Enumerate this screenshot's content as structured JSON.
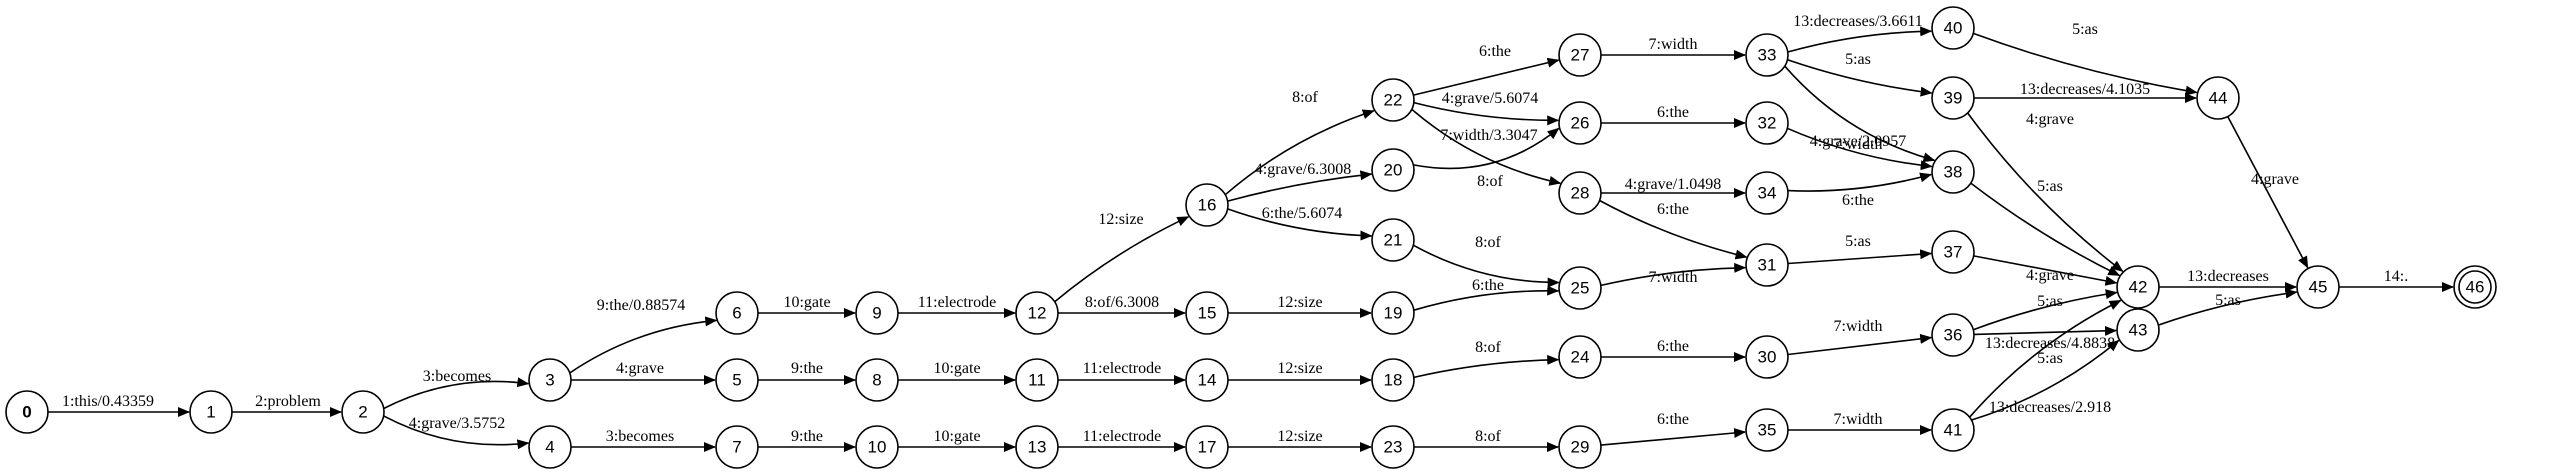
{
  "nodes": [
    {
      "id": "0",
      "label": "0",
      "start": true
    },
    {
      "id": "1",
      "label": "1"
    },
    {
      "id": "2",
      "label": "2"
    },
    {
      "id": "3",
      "label": "3"
    },
    {
      "id": "4",
      "label": "4"
    },
    {
      "id": "5",
      "label": "5"
    },
    {
      "id": "6",
      "label": "6"
    },
    {
      "id": "7",
      "label": "7"
    },
    {
      "id": "8",
      "label": "8"
    },
    {
      "id": "9",
      "label": "9"
    },
    {
      "id": "10",
      "label": "10"
    },
    {
      "id": "11",
      "label": "11"
    },
    {
      "id": "12",
      "label": "12"
    },
    {
      "id": "13",
      "label": "13"
    },
    {
      "id": "14",
      "label": "14"
    },
    {
      "id": "15",
      "label": "15"
    },
    {
      "id": "16",
      "label": "16"
    },
    {
      "id": "17",
      "label": "17"
    },
    {
      "id": "18",
      "label": "18"
    },
    {
      "id": "19",
      "label": "19"
    },
    {
      "id": "20",
      "label": "20"
    },
    {
      "id": "21",
      "label": "21"
    },
    {
      "id": "22",
      "label": "22"
    },
    {
      "id": "23",
      "label": "23"
    },
    {
      "id": "24",
      "label": "24"
    },
    {
      "id": "25",
      "label": "25"
    },
    {
      "id": "26",
      "label": "26"
    },
    {
      "id": "27",
      "label": "27"
    },
    {
      "id": "28",
      "label": "28"
    },
    {
      "id": "29",
      "label": "29"
    },
    {
      "id": "30",
      "label": "30"
    },
    {
      "id": "31",
      "label": "31"
    },
    {
      "id": "32",
      "label": "32"
    },
    {
      "id": "33",
      "label": "33"
    },
    {
      "id": "34",
      "label": "34"
    },
    {
      "id": "35",
      "label": "35"
    },
    {
      "id": "36",
      "label": "36"
    },
    {
      "id": "37",
      "label": "37"
    },
    {
      "id": "38",
      "label": "38"
    },
    {
      "id": "39",
      "label": "39"
    },
    {
      "id": "40",
      "label": "40"
    },
    {
      "id": "41",
      "label": "41"
    },
    {
      "id": "42",
      "label": "42"
    },
    {
      "id": "43",
      "label": "43"
    },
    {
      "id": "44",
      "label": "44"
    },
    {
      "id": "45",
      "label": "45"
    },
    {
      "id": "46",
      "label": "46",
      "final": true
    }
  ],
  "edges": [
    {
      "from": "0",
      "to": "1",
      "label": "1:this/0.43359"
    },
    {
      "from": "1",
      "to": "2",
      "label": "2:problem"
    },
    {
      "from": "2",
      "to": "3",
      "label": "3:becomes"
    },
    {
      "from": "2",
      "to": "4",
      "label": "4:grave/3.5752"
    },
    {
      "from": "3",
      "to": "6",
      "label": "9:the/0.88574"
    },
    {
      "from": "3",
      "to": "5",
      "label": "4:grave"
    },
    {
      "from": "4",
      "to": "7",
      "label": "3:becomes"
    },
    {
      "from": "6",
      "to": "9",
      "label": "10:gate"
    },
    {
      "from": "5",
      "to": "8",
      "label": "9:the"
    },
    {
      "from": "7",
      "to": "10",
      "label": "9:the"
    },
    {
      "from": "9",
      "to": "12",
      "label": "11:electrode"
    },
    {
      "from": "8",
      "to": "11",
      "label": "10:gate"
    },
    {
      "from": "10",
      "to": "13",
      "label": "10:gate"
    },
    {
      "from": "12",
      "to": "16",
      "label": "12:size"
    },
    {
      "from": "12",
      "to": "15",
      "label": "8:of/6.3008"
    },
    {
      "from": "11",
      "to": "14",
      "label": "11:electrode"
    },
    {
      "from": "13",
      "to": "17",
      "label": "11:electrode"
    },
    {
      "from": "16",
      "to": "22",
      "label": "8:of"
    },
    {
      "from": "16",
      "to": "20",
      "label": "4:grave/6.3008"
    },
    {
      "from": "16",
      "to": "21",
      "label": "6:the/5.6074"
    },
    {
      "from": "15",
      "to": "19",
      "label": "12:size"
    },
    {
      "from": "14",
      "to": "18",
      "label": "12:size"
    },
    {
      "from": "17",
      "to": "23",
      "label": "12:size"
    },
    {
      "from": "22",
      "to": "27",
      "label": "6:the"
    },
    {
      "from": "22",
      "to": "26",
      "label": "4:grave/5.6074"
    },
    {
      "from": "22",
      "to": "28",
      "label": "7:width/3.3047"
    },
    {
      "from": "20",
      "to": "26",
      "label": "8:of"
    },
    {
      "from": "21",
      "to": "25",
      "label": "8:of"
    },
    {
      "from": "19",
      "to": "25",
      "label": "6:the"
    },
    {
      "from": "18",
      "to": "24",
      "label": "8:of"
    },
    {
      "from": "23",
      "to": "29",
      "label": "8:of"
    },
    {
      "from": "27",
      "to": "33",
      "label": "7:width"
    },
    {
      "from": "26",
      "to": "32",
      "label": "6:the"
    },
    {
      "from": "28",
      "to": "34",
      "label": "4:grave/1.0498"
    },
    {
      "from": "28",
      "to": "31",
      "label": "6:the"
    },
    {
      "from": "25",
      "to": "31",
      "label": "7:width"
    },
    {
      "from": "24",
      "to": "30",
      "label": "6:the"
    },
    {
      "from": "29",
      "to": "35",
      "label": "6:the"
    },
    {
      "from": "33",
      "to": "40",
      "label": "13:decreases/3.6611"
    },
    {
      "from": "33",
      "to": "39",
      "label": "5:as"
    },
    {
      "from": "33",
      "to": "38",
      "label": "4:grave/2.0957"
    },
    {
      "from": "32",
      "to": "38",
      "label": "7:width"
    },
    {
      "from": "34",
      "to": "38",
      "label": "6:the"
    },
    {
      "from": "31",
      "to": "37",
      "label": "5:as"
    },
    {
      "from": "30",
      "to": "36",
      "label": "7:width"
    },
    {
      "from": "35",
      "to": "41",
      "label": "7:width"
    },
    {
      "from": "40",
      "to": "44",
      "label": "5:as"
    },
    {
      "from": "39",
      "to": "44",
      "label": "13:decreases/4.1035"
    },
    {
      "from": "39",
      "to": "42",
      "label": "4:grave"
    },
    {
      "from": "38",
      "to": "42",
      "label": "5:as"
    },
    {
      "from": "37",
      "to": "42",
      "label": "4:grave"
    },
    {
      "from": "36",
      "to": "42",
      "label": "5:as"
    },
    {
      "from": "36",
      "to": "43",
      "label": "13:decreases/4.8838"
    },
    {
      "from": "41",
      "to": "42",
      "label": "5:as"
    },
    {
      "from": "41",
      "to": "43",
      "label": "13:decreases/2.918"
    },
    {
      "from": "44",
      "to": "45",
      "label": "4:grave"
    },
    {
      "from": "42",
      "to": "45",
      "label": "13:decreases"
    },
    {
      "from": "43",
      "to": "45",
      "label": "5:as"
    },
    {
      "from": "45",
      "to": "46",
      "label": "14:."
    }
  ]
}
